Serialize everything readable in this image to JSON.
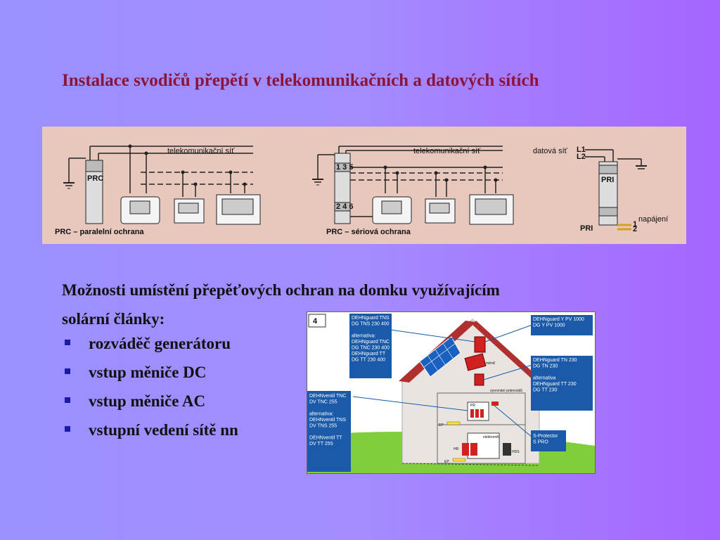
{
  "slide": {
    "title": "Instalace svodičů přepětí v telekomunikačních a datových sítích",
    "subheading_line1": "Možnosti umístění přepěťových ochran na domku využívajícím",
    "subheading_line2": "solární články:",
    "bullets": [
      "rozváděč generátoru",
      "vstup měniče DC",
      "vstup měniče AC",
      "vstupní vedení sítě nn"
    ],
    "bullet_color": "#1a1aa8",
    "title_color": "#8b1538"
  },
  "diagram_top": {
    "label_telecom_1": "telekomunikační síť",
    "label_prc_parallel": "PRC – paralelní ochrana",
    "label_telecom_2": "telekomunikační síť",
    "label_prc_serial": "PRC – sériová ochrana",
    "label_data_net": "datová síť",
    "label_pri": "PRI",
    "label_power": "napájení",
    "label_prc_device": "PRC",
    "label_pri_device": "PRI",
    "terminal_top": "1 3 5",
    "terminal_bottom": "2 4 6",
    "label_l1": "L1",
    "label_l2": "L2",
    "label_rail_1": "1",
    "label_rail_2": "2",
    "background": "#e8c8bd"
  },
  "house_figure": {
    "number": "4",
    "box_tns": [
      "DEHNguard TNS",
      "DG TNS 230 400",
      "",
      "alternativa:",
      "DEHNguard TNC",
      "DG TNC 230 400",
      "DEHNguard TT",
      "DG TT 230 400"
    ],
    "box_ypv": [
      "DEHNguard Y PV 1000",
      "DG Y PV 1000"
    ],
    "box_tn": [
      "DEHNguard TN 230",
      "DG TN 230",
      "",
      "alternativa",
      "DEHNguard TT 230",
      "DG TT 230"
    ],
    "box_ventil": [
      "DEHNventil TNC",
      "DV TNC 255",
      "",
      "alternativa:",
      "DEHNventil TNS",
      "DV TNS 255",
      "",
      "DEHNventil TT",
      "DV TT 255"
    ],
    "box_sprotector": [
      "S-Protector",
      "S PRO"
    ],
    "label_menic": "měnič",
    "label_pr": "PR",
    "label_elektromer": "elektroměr",
    "label_hr": "HR",
    "label_hds": "HDS",
    "label_ep_1": "EP",
    "label_ep_2": "EP",
    "label_vyrovnani": "vyrovnání potenciálů",
    "box_color": "#1a5aa8"
  }
}
